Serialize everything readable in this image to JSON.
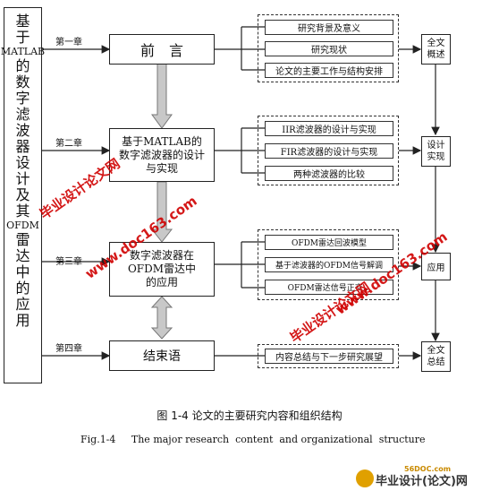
{
  "vertical_title_chars": [
    "基",
    "于",
    "MATLAB",
    "的",
    "数",
    "字",
    "滤",
    "波",
    "器",
    "设",
    "计",
    "及",
    "其",
    "OFDM",
    "雷",
    "达",
    "中",
    "的",
    "应",
    "用"
  ],
  "chapters": [
    {
      "label": "第一章",
      "title": "前　言"
    },
    {
      "label": "第二章",
      "title": "基于MATLAB的数字滤波器的设计与实现"
    },
    {
      "label": "第三章",
      "title": "数字滤波器在OFDM雷达中的应用"
    },
    {
      "label": "第四章",
      "title": "结束语"
    }
  ],
  "group1": [
    "研究背景及意义",
    "研究现状",
    "论文的主要工作与结构安排"
  ],
  "group2": [
    "IIR滤波器的设计与实现",
    "FIR滤波器的设计与实现",
    "两种滤波器的比较"
  ],
  "group3": [
    "OFDM雷达回波模型",
    "基于滤波器的OFDM信号解调",
    "OFDM雷达信号正交..."
  ],
  "group4": [
    "内容总结与下一步研究展望"
  ],
  "summary_boxes": [
    "全文\n概述",
    "设计\n实现",
    "应用",
    "全文\n总结"
  ],
  "caption_cn": "图 1-4 论文的主要研究内容和组织结构",
  "caption_en": "Fig.1-4     The major research  content  and organizational  structure",
  "watermarks": [
    "毕业设计论文网",
    "www.doc163.com",
    "毕业设计论文网",
    "www.doc163.com"
  ],
  "logo_url": "56DOC.com",
  "logo_text": "毕业设计(论文)网"
}
